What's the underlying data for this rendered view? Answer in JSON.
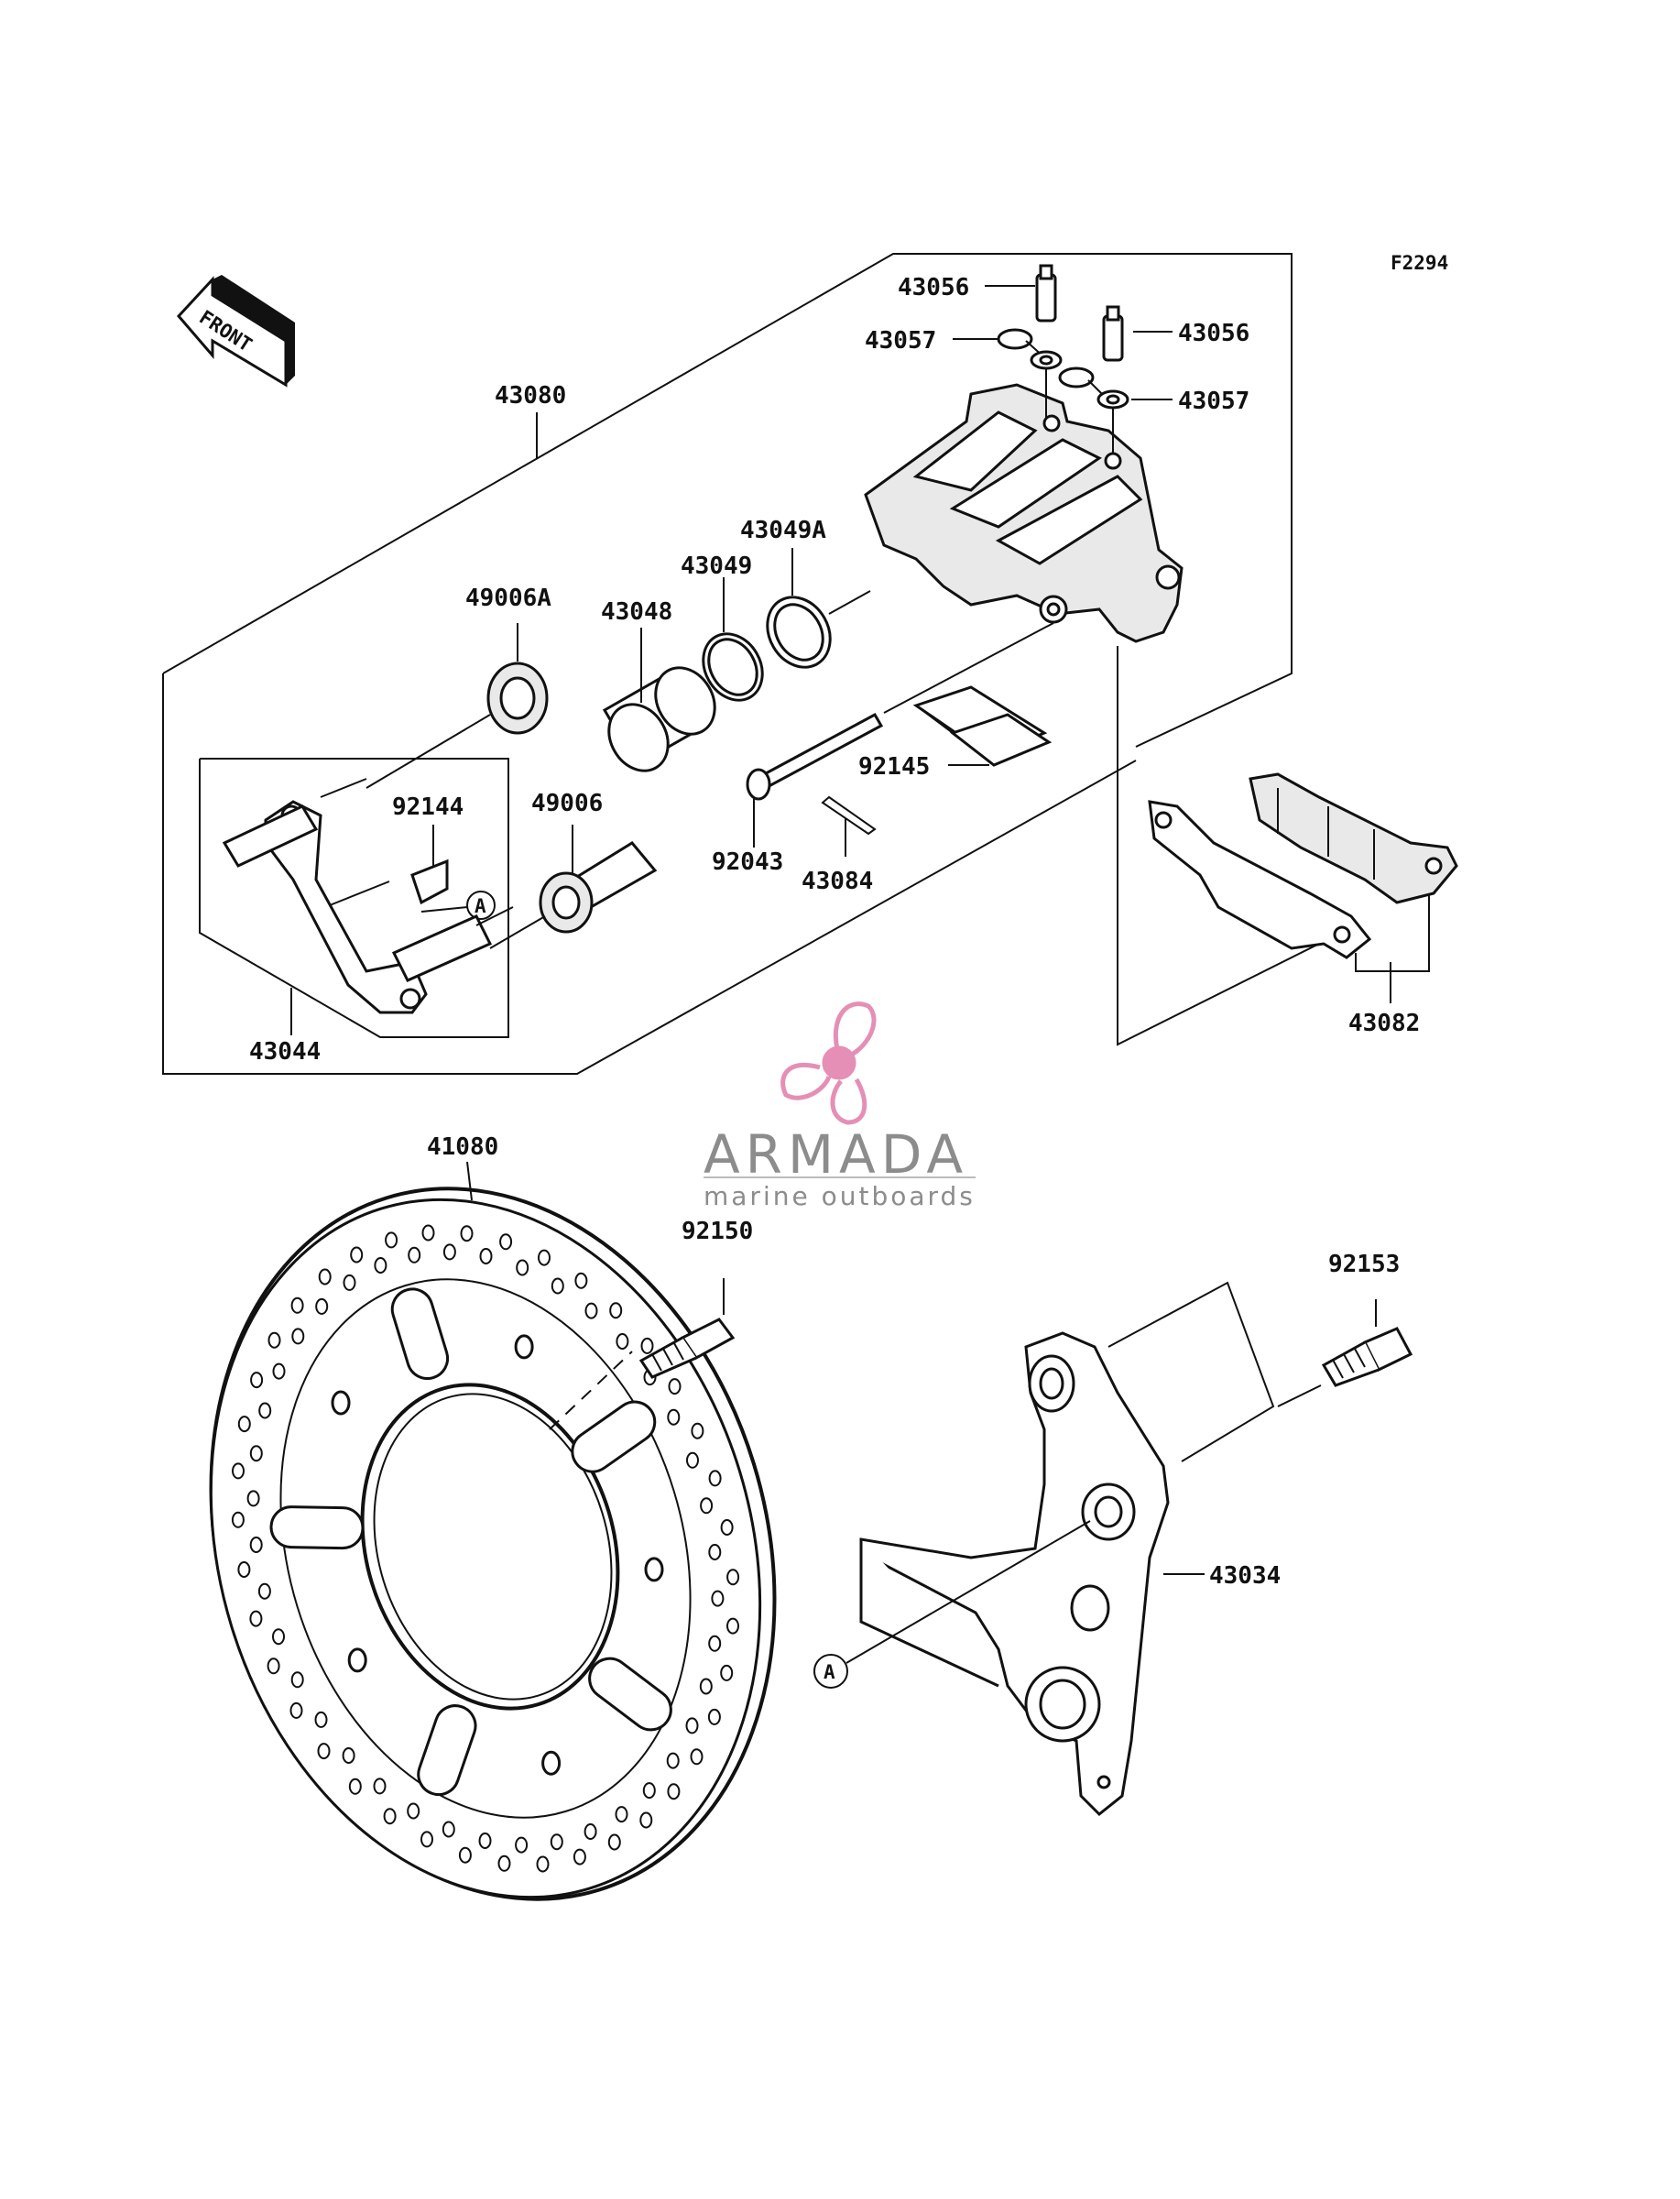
{
  "diagram": {
    "code": "F2294",
    "front_label": "FRONT",
    "callout_a": "A",
    "parts": {
      "caliper_assy": "43080",
      "bleed_valve_1": "43056",
      "bleed_valve_2": "43056",
      "cap_1": "43057",
      "cap_2": "43057",
      "seal_a": "43049A",
      "seal": "43049",
      "piston": "43048",
      "boot_a": "49006A",
      "boot": "49006",
      "spring": "92144",
      "pad_spring": "92145",
      "pin": "92043",
      "clip": "43084",
      "bracket": "43044",
      "pads": "43082",
      "disc": "41080",
      "disc_bolt": "92150",
      "holder_bolt": "92153",
      "holder": "43034"
    }
  },
  "watermark": {
    "brand": "ARMADA",
    "tagline": "marine outboards",
    "color": "#e58fb6"
  }
}
